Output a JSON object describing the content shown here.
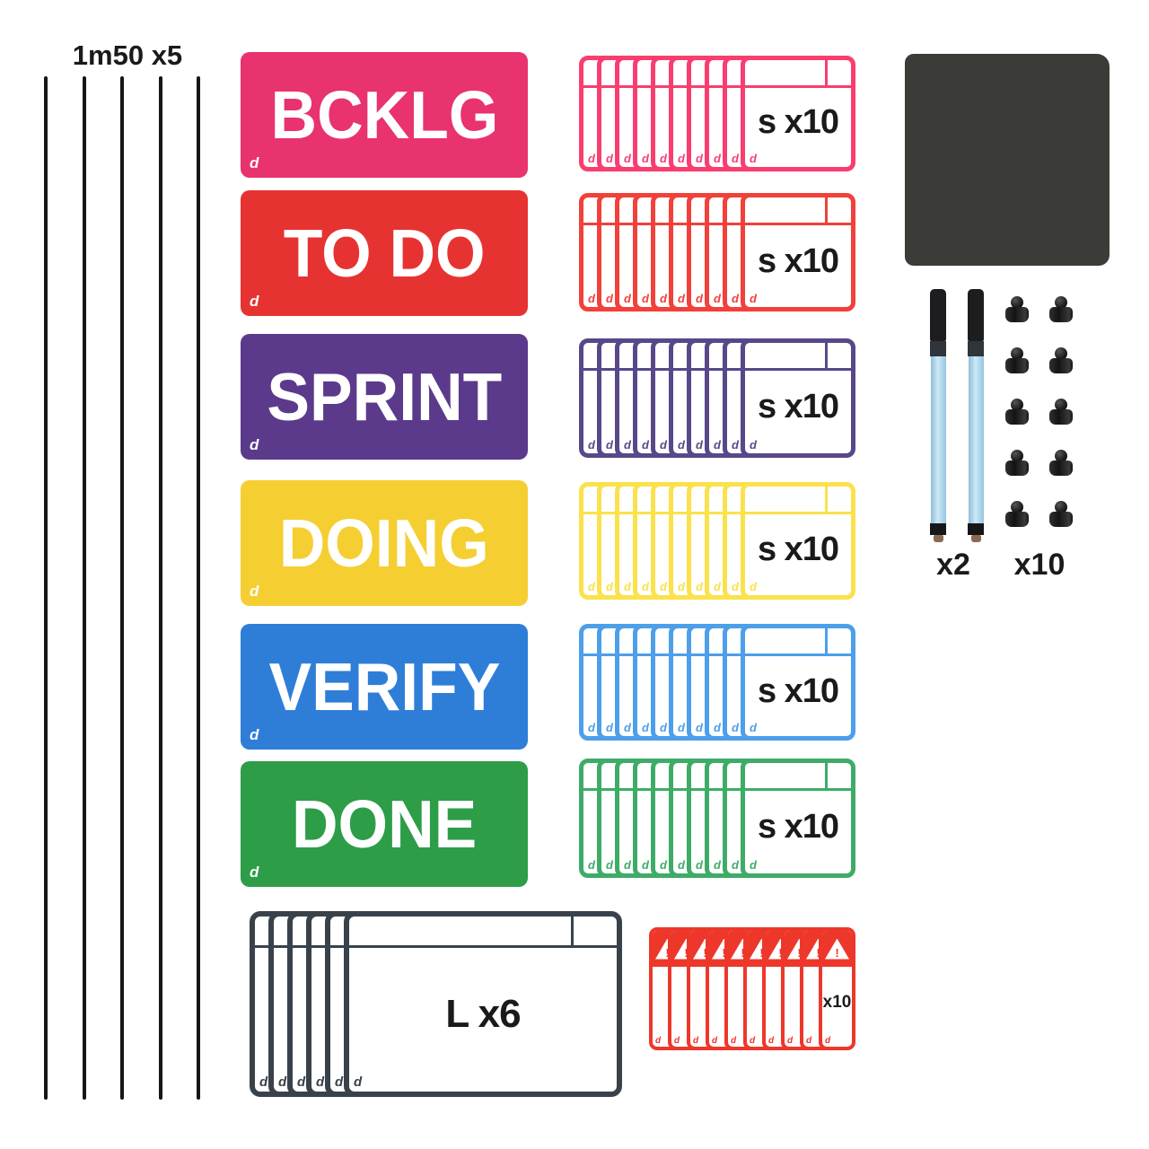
{
  "brand_glyph": "d",
  "strips": {
    "label": "1m50 x5",
    "count": 5,
    "color": "#161616"
  },
  "plates": [
    {
      "text": "BCKLG",
      "color": "#E8336E"
    },
    {
      "text": "TO DO",
      "color": "#E63331"
    },
    {
      "text": "SPRINT",
      "color": "#5B3A8B"
    },
    {
      "text": "DOING",
      "color": "#F5CE32"
    },
    {
      "text": "VERIFY",
      "color": "#2E7ED8"
    },
    {
      "text": "DONE",
      "color": "#2D9D48"
    }
  ],
  "stacks": [
    {
      "label": "s x10",
      "count": 10,
      "color": "#F93E6F"
    },
    {
      "label": "s x10",
      "count": 10,
      "color": "#F2403A"
    },
    {
      "label": "s x10",
      "count": 10,
      "color": "#584889"
    },
    {
      "label": "s x10",
      "count": 10,
      "color": "#FBE14C"
    },
    {
      "label": "s x10",
      "count": 10,
      "color": "#4D9FEA"
    },
    {
      "label": "s x10",
      "count": 10,
      "color": "#3EAC67"
    }
  ],
  "large_stack": {
    "label": "L x6",
    "count": 6,
    "color": "#39424B"
  },
  "warning_stack": {
    "label": "x10",
    "count": 10,
    "color": "#EE372B",
    "icon": "warning-triangle",
    "icon_glyph": "!"
  },
  "cloth": {
    "color": "#3B3B38"
  },
  "markers": {
    "label": "x2",
    "count": 2,
    "body_color": "#A3D7F2"
  },
  "magnets": {
    "label": "x10",
    "count": 10,
    "color": "#141414"
  }
}
